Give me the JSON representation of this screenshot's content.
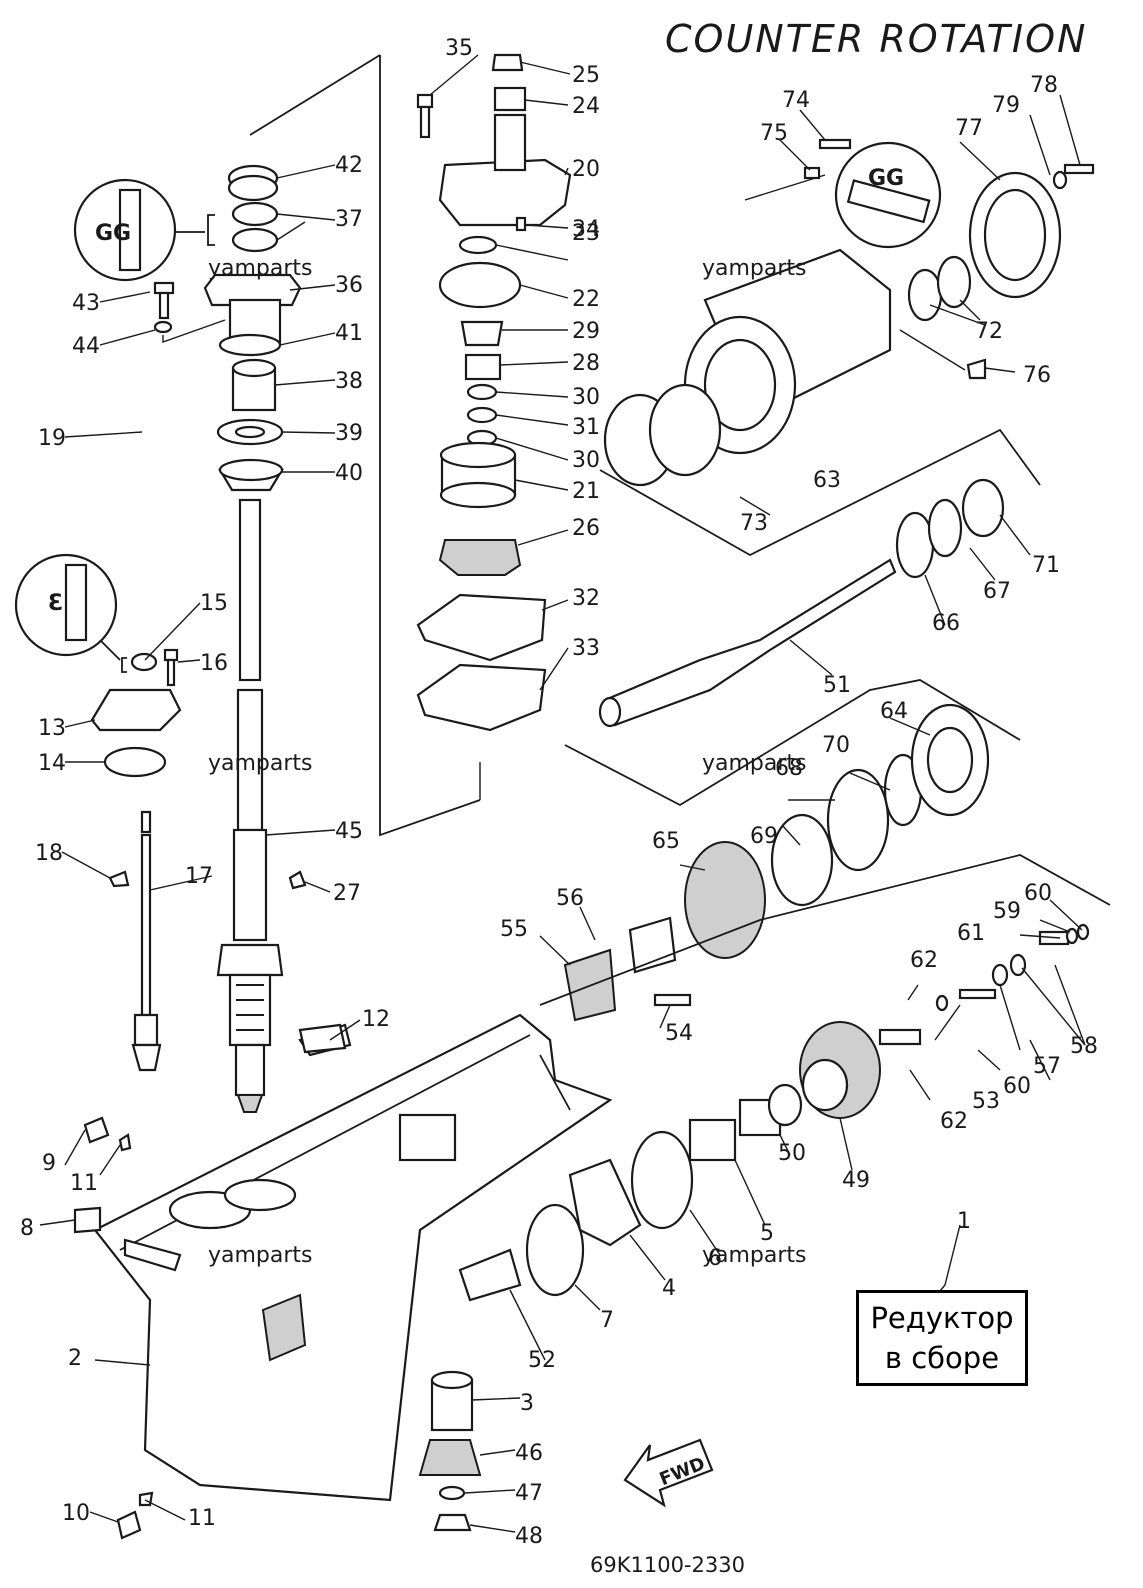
{
  "title": "COUNTER ROTATION",
  "drawing_code": "69K1100-2330",
  "watermark": "yamparts",
  "assembly_label": {
    "line1": "Редуктор",
    "line2": "в сборе"
  },
  "fwd_arrow": "FWD",
  "callouts": {
    "c1": "1",
    "c2": "2",
    "c3": "3",
    "c4": "4",
    "c5": "5",
    "c6": "6",
    "c7": "7",
    "c8": "8",
    "c9": "9",
    "c10": "10",
    "c11a": "11",
    "c11b": "11",
    "c12": "12",
    "c13": "13",
    "c14": "14",
    "c15": "15",
    "c16": "16",
    "c17": "17",
    "c18": "18",
    "c19": "19",
    "c20": "20",
    "c21": "21",
    "c22": "22",
    "c23": "23",
    "c24": "24",
    "c25": "25",
    "c26": "26",
    "c27": "27",
    "c28": "28",
    "c29": "29",
    "c30a": "30",
    "c30b": "30",
    "c31": "31",
    "c32": "32",
    "c33": "33",
    "c34": "34",
    "c35": "35",
    "c36": "36",
    "c37": "37",
    "c38": "38",
    "c39": "39",
    "c40": "40",
    "c41": "41",
    "c42": "42",
    "c43": "43",
    "c44": "44",
    "c45": "45",
    "c46": "46",
    "c47": "47",
    "c48": "48",
    "c49": "49",
    "c50": "50",
    "c51": "51",
    "c52": "52",
    "c53": "53",
    "c54": "54",
    "c55": "55",
    "c56": "56",
    "c57": "57",
    "c58": "58",
    "c59": "59",
    "c60a": "60",
    "c60b": "60",
    "c61": "61",
    "c62a": "62",
    "c62b": "62",
    "c63": "63",
    "c64": "64",
    "c65": "65",
    "c66": "66",
    "c67": "67",
    "c68": "68",
    "c69": "69",
    "c70": "70",
    "c71": "71",
    "c72": "72",
    "c73": "73",
    "c74": "74",
    "c75": "75",
    "c76": "76",
    "c77": "77",
    "c78": "78",
    "c79": "79"
  }
}
